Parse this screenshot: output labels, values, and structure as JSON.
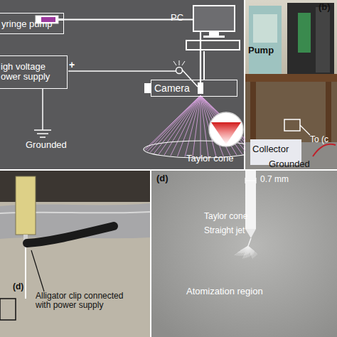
{
  "diagram": {
    "nodes": [
      {
        "text": [
          "yringe pump"
        ]
      },
      {
        "text": [
          "igh voltage ower supply"
        ]
      },
      {
        "text": [
          "PC"
        ]
      },
      {
        "text": [
          "Camera"
        ]
      }
    ],
    "edges": [
      {
        "from": 2,
        "to": 3,
        "arrow": "none"
      }
    ],
    "labels": [
      "+",
      "Taylor cone",
      "Grounded",
      "(b)",
      "Pump",
      "To (c",
      "Collector",
      "Grounded",
      "(d)",
      "Alligator clip connected with power supply",
      "(d)",
      "0.7 mm",
      "Taylor cone",
      "Straight jet",
      "Atomization region"
    ]
  }
}
